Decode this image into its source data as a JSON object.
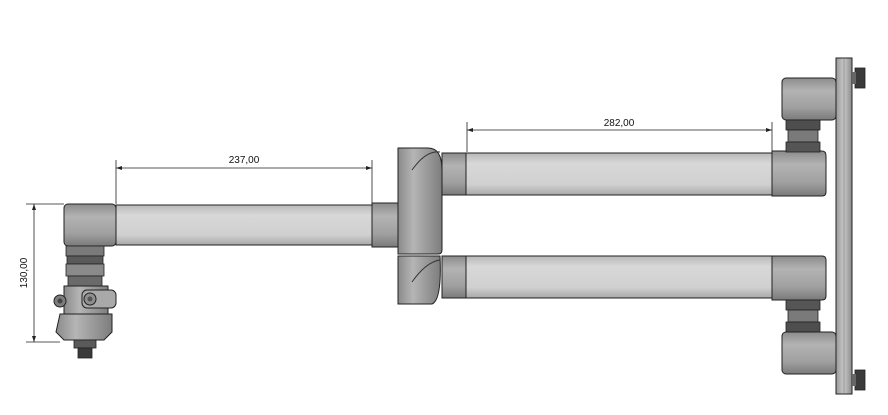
{
  "drawing": {
    "dimensions": {
      "lower_arm_length": "237,00",
      "upper_arm_length": "282,00",
      "mount_height": "130,00"
    }
  }
}
